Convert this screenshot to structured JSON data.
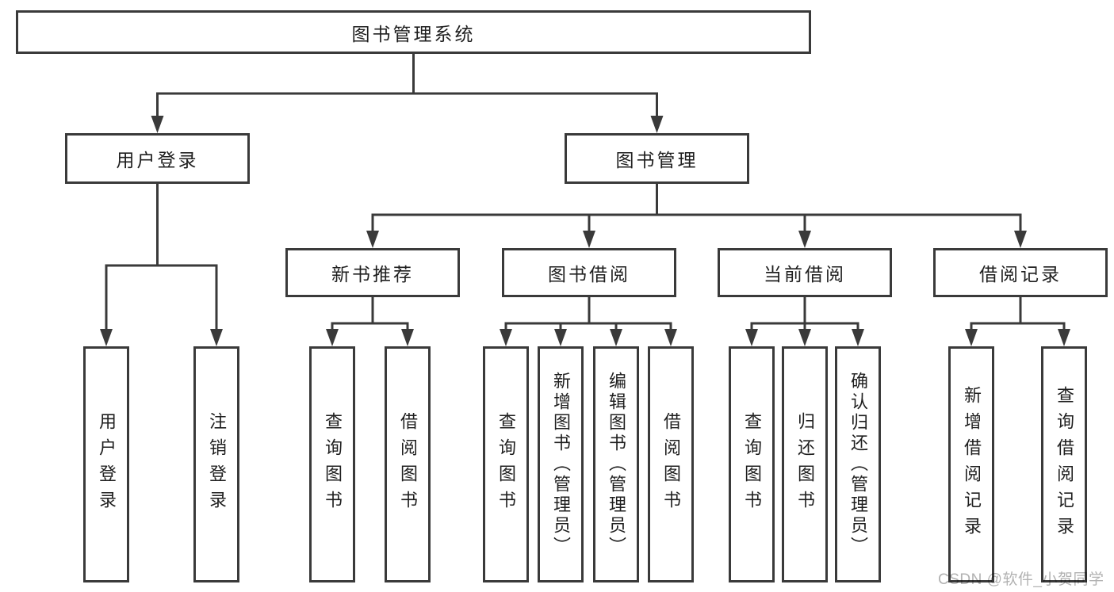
{
  "diagram": {
    "title": "图书管理系统",
    "nodes": {
      "root": {
        "label": "图书管理系统"
      },
      "user_login": {
        "label": "用户登录"
      },
      "book_mgmt": {
        "label": "图书管理"
      },
      "new_book_rec": {
        "label": "新书推荐"
      },
      "book_borrow": {
        "label": "图书借阅"
      },
      "current_borrow": {
        "label": "当前借阅"
      },
      "borrow_records": {
        "label": "借阅记录"
      },
      "leaf_user_login": {
        "label": "用户登录"
      },
      "leaf_logout": {
        "label": "注销登录"
      },
      "leaf_query_book_1": {
        "label": "查询图书"
      },
      "leaf_borrow_book_1": {
        "label": "借阅图书"
      },
      "leaf_query_book_2": {
        "label": "查询图书"
      },
      "leaf_add_book": {
        "label": "新增图书（管理员）"
      },
      "leaf_edit_book": {
        "label": "编辑图书（管理员）"
      },
      "leaf_borrow_book_2": {
        "label": "借阅图书"
      },
      "leaf_query_book_3": {
        "label": "查询图书"
      },
      "leaf_return_book": {
        "label": "归还图书"
      },
      "leaf_confirm_return": {
        "label": "确认归还（管理员）"
      },
      "leaf_add_record": {
        "label": "新增借阅记录"
      },
      "leaf_query_record": {
        "label": "查询借阅记录"
      }
    },
    "hierarchy": {
      "root": [
        "user_login",
        "book_mgmt"
      ],
      "user_login": [
        "leaf_user_login",
        "leaf_logout"
      ],
      "book_mgmt": [
        "new_book_rec",
        "book_borrow",
        "current_borrow",
        "borrow_records"
      ],
      "new_book_rec": [
        "leaf_query_book_1",
        "leaf_borrow_book_1"
      ],
      "book_borrow": [
        "leaf_query_book_2",
        "leaf_add_book",
        "leaf_edit_book",
        "leaf_borrow_book_2"
      ],
      "current_borrow": [
        "leaf_query_book_3",
        "leaf_return_book",
        "leaf_confirm_return"
      ],
      "borrow_records": [
        "leaf_add_record",
        "leaf_query_record"
      ]
    }
  },
  "watermark": {
    "text": "CSDN @软件_小贺同学"
  },
  "colors": {
    "line": "#3a3a3a",
    "text": "#1f1f1f",
    "watermark": "#b2b2b2",
    "background": "#ffffff"
  }
}
